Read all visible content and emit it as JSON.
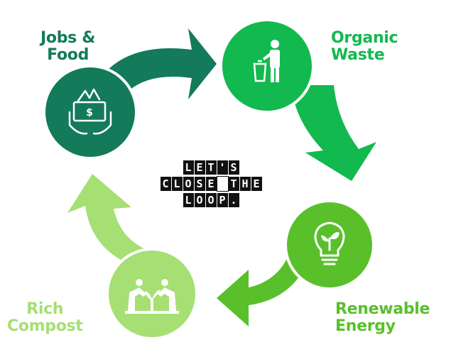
{
  "labels": {
    "jobs": [
      "Jobs &",
      "Food"
    ],
    "waste": [
      "Organic",
      "Waste"
    ],
    "energy": [
      "Renewable",
      "Energy"
    ],
    "compost": [
      "Rich",
      "Compost"
    ]
  },
  "center_text": {
    "rows": [
      "LET'S",
      "CLOSE THE",
      "LOOP."
    ]
  },
  "colors": {
    "jobs": "#137a5a",
    "waste": "#12b94e",
    "energy": "#59c02b",
    "compost": "#a6df74"
  },
  "icons": {
    "jobs": "money-hands-icon",
    "waste": "trash-person-icon",
    "energy": "lightbulb-leaf-icon",
    "compost": "plant-hands-icon"
  }
}
